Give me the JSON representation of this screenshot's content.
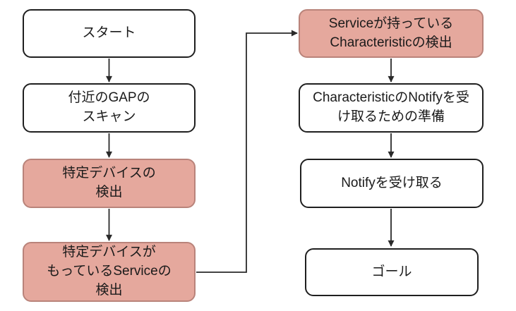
{
  "diagram": {
    "background": "#ffffff",
    "colors": {
      "background": "#ffffff",
      "default_fill": "#ffffff",
      "default_border": "#1f1f1f",
      "highlight_fill": "#e5a89d",
      "highlight_border": "#b9837a",
      "arrow": "#2a2a2a"
    },
    "nodes": [
      {
        "id": "start",
        "label": "スタート",
        "highlighted": false
      },
      {
        "id": "scan-gap",
        "label": "付近のGAPの\nスキャン",
        "highlighted": false
      },
      {
        "id": "detect-device",
        "label": "特定デバイスの\n検出",
        "highlighted": true
      },
      {
        "id": "detect-service",
        "label": "特定デバイスが\nもっているServiceの\n検出",
        "highlighted": true
      },
      {
        "id": "detect-characteristic",
        "label": "Serviceが持っている\nCharacteristicの検出",
        "highlighted": true
      },
      {
        "id": "prepare-notify",
        "label": "CharacteristicのNotifyを受\nけ取るための準備",
        "highlighted": false
      },
      {
        "id": "receive-notify",
        "label": "Notifyを受け取る",
        "highlighted": false
      },
      {
        "id": "goal",
        "label": "ゴール",
        "highlighted": false
      }
    ],
    "edges": [
      {
        "from": "start",
        "to": "scan-gap"
      },
      {
        "from": "scan-gap",
        "to": "detect-device"
      },
      {
        "from": "detect-device",
        "to": "detect-service"
      },
      {
        "from": "detect-service",
        "to": "detect-characteristic"
      },
      {
        "from": "detect-characteristic",
        "to": "prepare-notify"
      },
      {
        "from": "prepare-notify",
        "to": "receive-notify"
      },
      {
        "from": "receive-notify",
        "to": "goal"
      }
    ]
  }
}
